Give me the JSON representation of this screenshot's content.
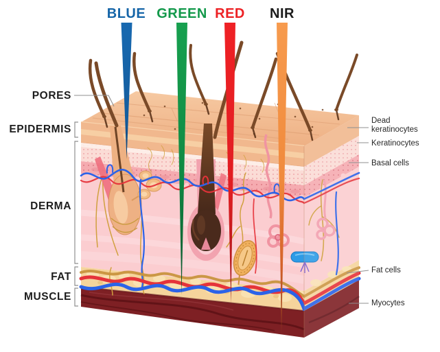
{
  "light_beams": [
    {
      "label": "BLUE",
      "label_color": "#1565a8",
      "beam_color": "#1766ab"
    },
    {
      "label": "GREEN",
      "label_color": "#13994b",
      "beam_color": "#17a04f"
    },
    {
      "label": "RED",
      "label_color": "#ed2124",
      "beam_color": "#ef2125"
    },
    {
      "label": "NIR",
      "label_color": "#1a1a1a",
      "beam_color": "#f79b4e"
    }
  ],
  "skin_layer_labels": [
    {
      "label": "PORES"
    },
    {
      "label": "EPIDERMIS"
    },
    {
      "label": "DERMA"
    },
    {
      "label": "FAT"
    },
    {
      "label": "MUSCLE"
    }
  ],
  "cell_labels": [
    {
      "line1": "Dead",
      "line2": "keratinocytes"
    },
    {
      "label": "Keratinocytes"
    },
    {
      "label": "Basal cells"
    },
    {
      "label": "Fat cells"
    },
    {
      "label": "Myocytes"
    }
  ],
  "palette": {
    "skin_surface": "#f2bd93",
    "epidermis_band": "#f1b88e",
    "granular_band": "#fbdcd6",
    "basal_band": "#f5abb0",
    "dermis": "#fbcdd0",
    "fat": "#f5d49c",
    "muscle": "#7e2024",
    "vessel_blue": "#2b63e8",
    "vessel_red": "#e5333a",
    "nerve_yellow": "#d0a03e",
    "hair_brown": "#7a4a28"
  }
}
